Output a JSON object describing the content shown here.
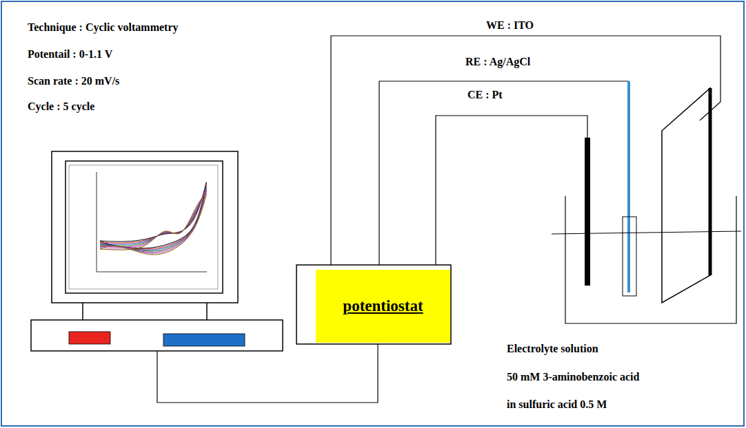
{
  "diagram": {
    "nodes": [
      {
        "text": [
          "potentiostat"
        ]
      }
    ],
    "labels": [
      "Technique : Cyclic voltammetry",
      "Potentail : 0-1.1 V",
      "Scan rate : 20 mV/s",
      "Cycle : 5 cycle",
      "WE : ITO",
      "RE : Ag/AgCl",
      "CE : Pt",
      "Electrolyte solution",
      "50 mM 3-aminobenzoic acid",
      "in sulfuric acid 0.5 M"
    ]
  }
}
